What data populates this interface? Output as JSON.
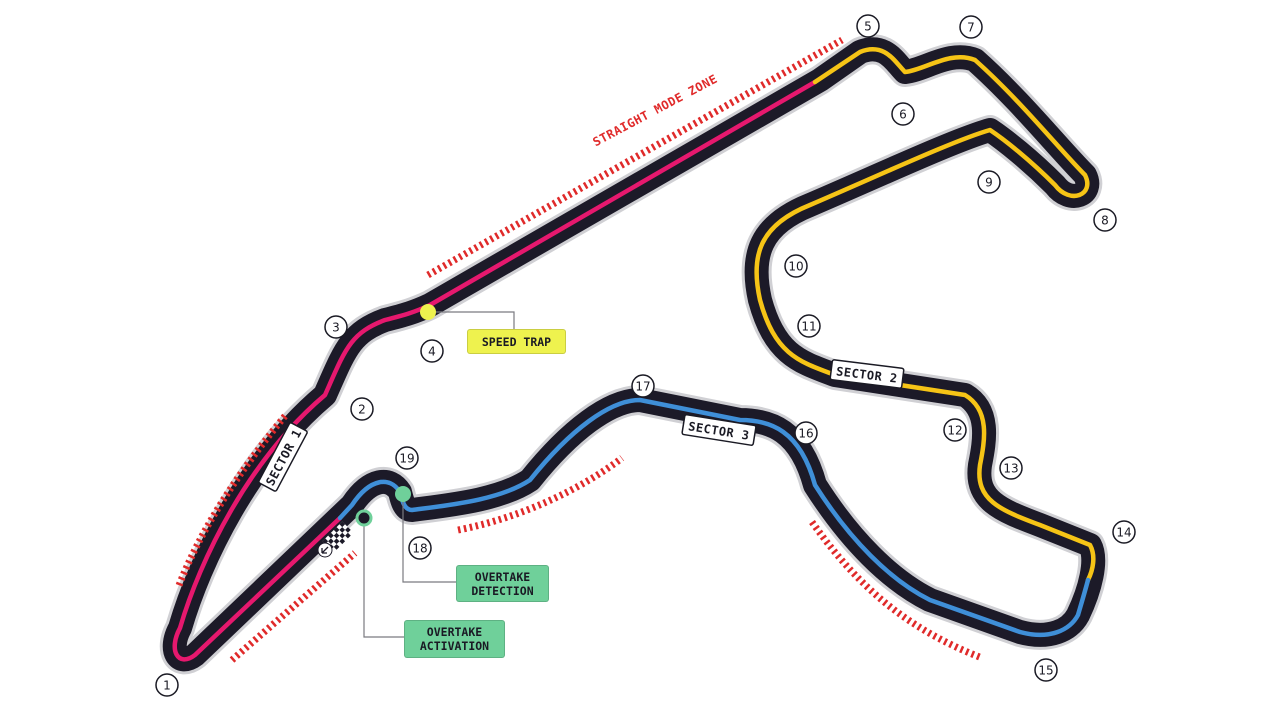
{
  "colors": {
    "track": "#1c1a28",
    "outline": "#d0d0d4",
    "sector1": "#e6186e",
    "sector2": "#f6c416",
    "sector3": "#3f8fd8",
    "zone": "#e02a2a",
    "speed_trap": "#eef24e",
    "overtake": "#6fd09a"
  },
  "zone_label": "STRAIGHT MODE ZONE",
  "sectors": {
    "s1": "SECTOR 1",
    "s2": "SECTOR 2",
    "s3": "SECTOR 3"
  },
  "callouts": {
    "speed_trap": "SPEED TRAP",
    "overtake_detection": [
      "OVERTAKE",
      "DETECTION"
    ],
    "overtake_activation": [
      "OVERTAKE",
      "ACTIVATION"
    ]
  },
  "turns": [
    "1",
    "2",
    "3",
    "4",
    "5",
    "6",
    "7",
    "8",
    "9",
    "10",
    "11",
    "12",
    "13",
    "14",
    "15",
    "16",
    "17",
    "18",
    "19"
  ],
  "icons": {
    "finish": "checkered-flag-icon",
    "direction": "direction-arrow-icon"
  }
}
